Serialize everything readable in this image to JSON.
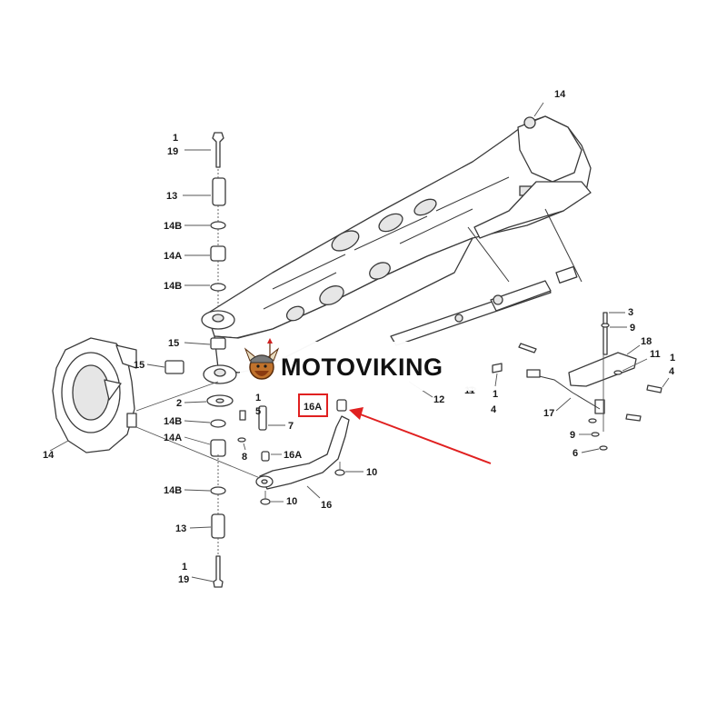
{
  "diagram": {
    "labels": {
      "l14_top": "14",
      "l1_a": "1",
      "l19_a": "19",
      "l13_a": "13",
      "l14b_a": "14B",
      "l14a_a": "14A",
      "l14b_b": "14B",
      "l15_a": "15",
      "l15_b": "15",
      "l2": "2",
      "l14b_c": "14B",
      "l14a_b": "14A",
      "l14_left": "14",
      "l14b_d": "14B",
      "l13_b": "13",
      "l1_b": "1",
      "l19_b": "19",
      "l1_c": "1",
      "l5": "5",
      "l7": "7",
      "l8": "8",
      "l16a_b": "16A",
      "l10_a": "10",
      "l10_b": "10",
      "l16": "16",
      "l12": "12",
      "l11_a": "11",
      "l1_d": "1",
      "l4_a": "4",
      "l1_e": "1",
      "l3": "3",
      "l9_a": "9",
      "l18": "18",
      "l11_b": "11",
      "l1_f": "1",
      "l4_b": "4",
      "l17": "17",
      "l9_b": "9",
      "l6": "6"
    },
    "highlight_label": "16A",
    "highlight_color": "#e02020"
  },
  "watermark": {
    "brand": "MOTOVIKING",
    "logo_icon": "viking-mascot-icon"
  }
}
